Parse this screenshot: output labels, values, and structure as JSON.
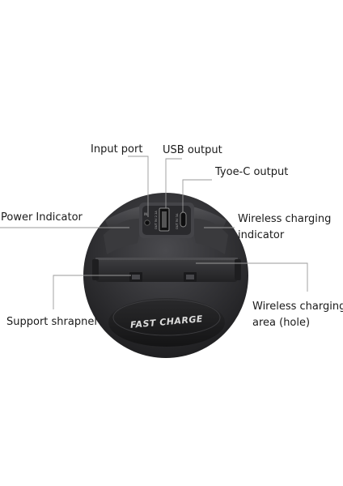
{
  "callouts": {
    "input_port": "Input port",
    "usb_output": "USB output",
    "typec_output": "Tyoe-C output",
    "power_indicator": "Power Indicator",
    "wireless_indicator_line1": "Wireless charging",
    "wireless_indicator_line2": "indicator",
    "support_shrapnel": "Support shrapnel",
    "wireless_area_line1": "Wireless charging",
    "wireless_area_line2": "area (hole)"
  },
  "device": {
    "pad_text": "FAST CHARGE",
    "port_text_in": "IN",
    "port_text_usb": "OUT 5V 2.1A",
    "port_text_typec": "OUT 5V 3A"
  },
  "colors": {
    "body_dark": "#2b2b2e",
    "body_mid": "#3a3a3d",
    "body_light": "#4a4a4e",
    "pad_text": "#dcdcdc",
    "leader_line": "#9a9a9a",
    "label_text": "#1a1a1a"
  }
}
